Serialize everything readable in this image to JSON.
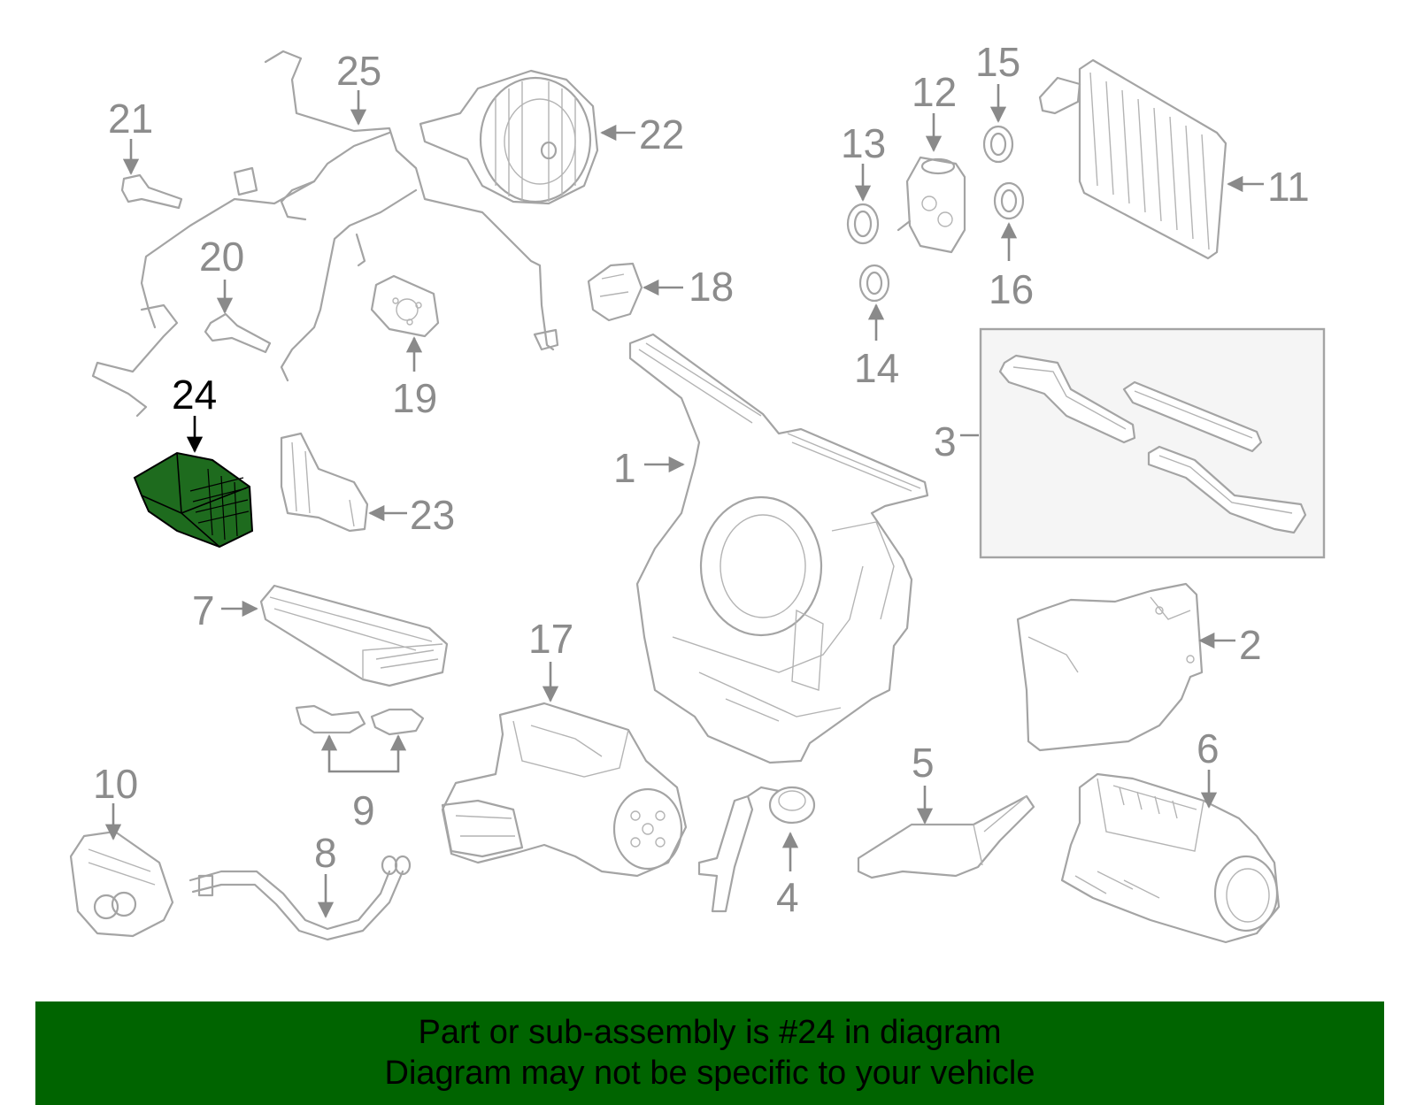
{
  "diagram": {
    "highlighted_part": "24",
    "highlight_color": "#1e6b1e",
    "line_color": "#a4a4a4",
    "callouts": [
      "1",
      "2",
      "3",
      "4",
      "5",
      "6",
      "7",
      "8",
      "9",
      "10",
      "11",
      "12",
      "13",
      "14",
      "15",
      "16",
      "17",
      "18",
      "19",
      "20",
      "21",
      "22",
      "23",
      "24",
      "25"
    ]
  },
  "banner": {
    "background": "#006400",
    "line1": "Part or sub-assembly is #24 in diagram",
    "line2": "Diagram may not be specific to your vehicle"
  }
}
